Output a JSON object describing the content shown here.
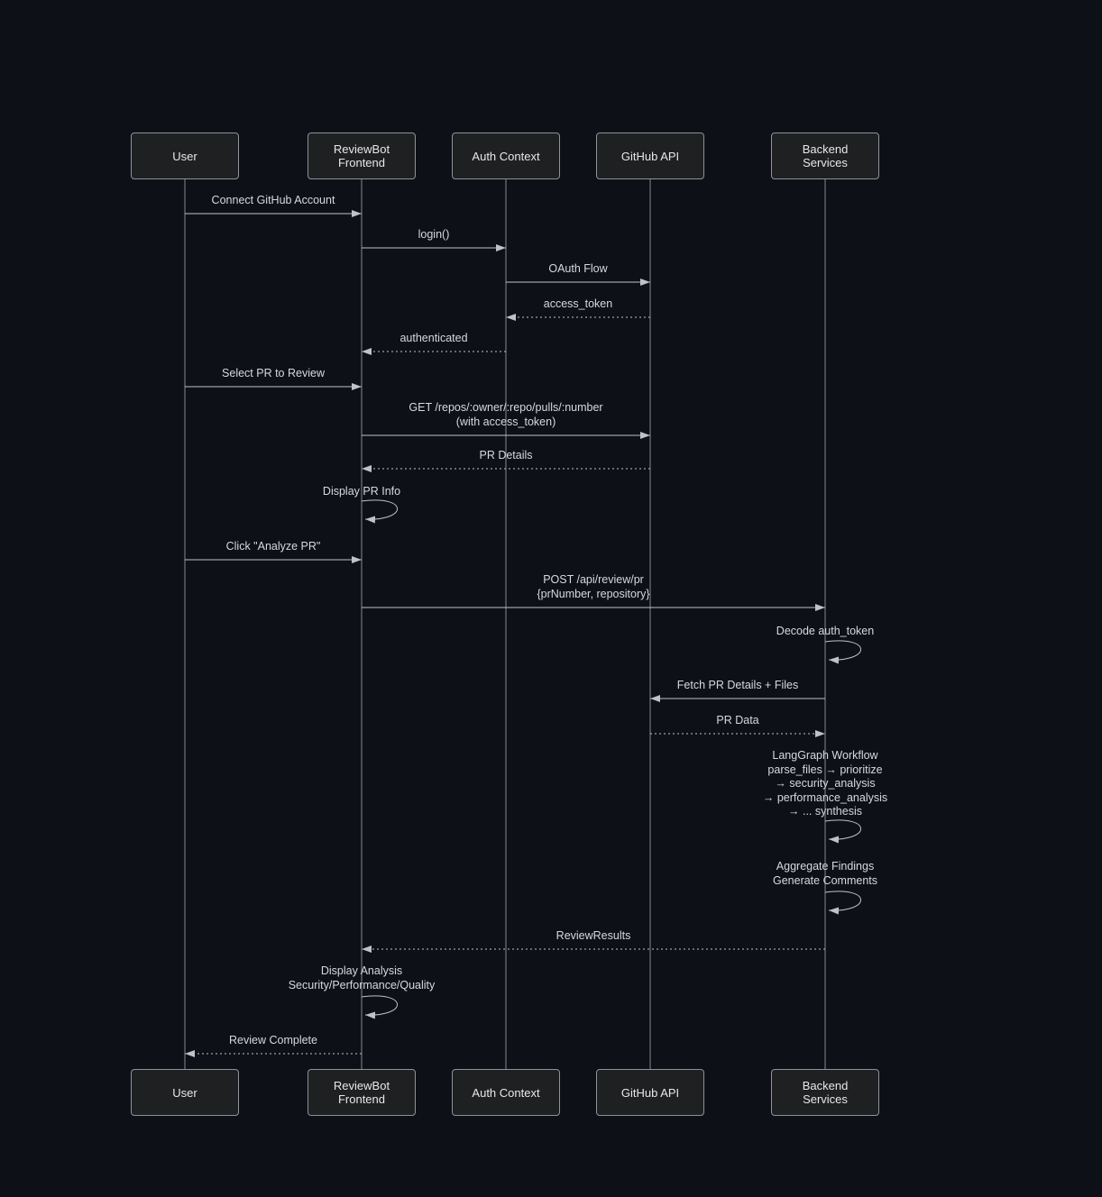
{
  "diagram": {
    "type": "sequence",
    "theme": "dark",
    "colors": {
      "background": "#0d1117",
      "actor_fill": "#1e2021",
      "actor_border": "#8d9399",
      "actor_text": "#e8e8e8",
      "lifeline": "#85898e",
      "arrow": "#bfc3c6",
      "message_text": "#d6d9dc"
    },
    "participants": [
      {
        "id": "user",
        "label": "User"
      },
      {
        "id": "frontend",
        "label": "ReviewBot\nFrontend"
      },
      {
        "id": "auth",
        "label": "Auth Context"
      },
      {
        "id": "github",
        "label": "GitHub API"
      },
      {
        "id": "backend",
        "label": "Backend\nServices"
      }
    ],
    "messages": [
      {
        "from": "user",
        "to": "frontend",
        "kind": "message",
        "line": "solid",
        "label": "Connect GitHub Account"
      },
      {
        "from": "frontend",
        "to": "auth",
        "kind": "message",
        "line": "solid",
        "label": "login()"
      },
      {
        "from": "auth",
        "to": "github",
        "kind": "message",
        "line": "solid",
        "label": "OAuth Flow"
      },
      {
        "from": "github",
        "to": "auth",
        "kind": "message",
        "line": "dashed",
        "label": "access_token"
      },
      {
        "from": "auth",
        "to": "frontend",
        "kind": "message",
        "line": "dashed",
        "label": "authenticated"
      },
      {
        "from": "user",
        "to": "frontend",
        "kind": "message",
        "line": "solid",
        "label": "Select PR to Review"
      },
      {
        "from": "frontend",
        "to": "github",
        "kind": "message",
        "line": "solid",
        "label": "GET /repos/:owner/:repo/pulls/:number\n(with access_token)"
      },
      {
        "from": "github",
        "to": "frontend",
        "kind": "message",
        "line": "dashed",
        "label": "PR Details"
      },
      {
        "from": "frontend",
        "to": "frontend",
        "kind": "self",
        "line": "solid",
        "label": "Display PR Info"
      },
      {
        "from": "user",
        "to": "frontend",
        "kind": "message",
        "line": "solid",
        "label": "Click \"Analyze PR\""
      },
      {
        "from": "frontend",
        "to": "backend",
        "kind": "message",
        "line": "solid",
        "label": "POST /api/review/pr\n{prNumber, repository}"
      },
      {
        "from": "backend",
        "to": "backend",
        "kind": "self",
        "line": "solid",
        "label": "Decode auth_token"
      },
      {
        "from": "backend",
        "to": "github",
        "kind": "message",
        "line": "solid",
        "label": "Fetch PR Details + Files"
      },
      {
        "from": "github",
        "to": "backend",
        "kind": "message",
        "line": "dashed",
        "label": "PR Data"
      },
      {
        "from": "backend",
        "to": "backend",
        "kind": "self",
        "line": "solid",
        "label": "LangGraph Workflow\nparse_files → prioritize\n→ security_analysis\n→ performance_analysis\n→ ... synthesis"
      },
      {
        "from": "backend",
        "to": "backend",
        "kind": "self",
        "line": "solid",
        "label": "Aggregate Findings\nGenerate Comments"
      },
      {
        "from": "backend",
        "to": "frontend",
        "kind": "message",
        "line": "dashed",
        "label": "ReviewResults"
      },
      {
        "from": "frontend",
        "to": "frontend",
        "kind": "self",
        "line": "solid",
        "label": "Display Analysis\nSecurity/Performance/Quality"
      },
      {
        "from": "frontend",
        "to": "user",
        "kind": "message",
        "line": "dashed",
        "label": "Review Complete"
      }
    ]
  }
}
